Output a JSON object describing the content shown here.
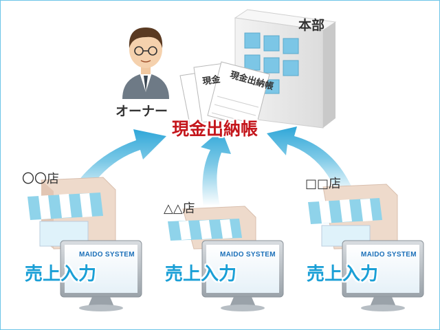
{
  "diagram": {
    "headquarters": {
      "label": "本部"
    },
    "owner": {
      "label": "オーナー"
    },
    "ledger": {
      "label": "現金出納帳",
      "doc_text_front": "現金出納帳",
      "doc_text_back": "現金"
    },
    "stores": [
      {
        "label": "〇〇店",
        "action": "売上入力",
        "monitor_brand": "MAIDO SYSTEM"
      },
      {
        "label": "△△店",
        "action": "売上入力",
        "monitor_brand": "MAIDO SYSTEM"
      },
      {
        "label": "□□店",
        "action": "売上入力",
        "monitor_brand": "MAIDO SYSTEM"
      }
    ],
    "colors": {
      "frame": "#6cc4e8",
      "arrow": "#4fb6de",
      "ledger_text": "#c4161c",
      "sales_text": "#1a9fd6",
      "awning": "#8fd3ea",
      "building": "#eeeeee",
      "store_wall": "#f2ddd0"
    }
  }
}
